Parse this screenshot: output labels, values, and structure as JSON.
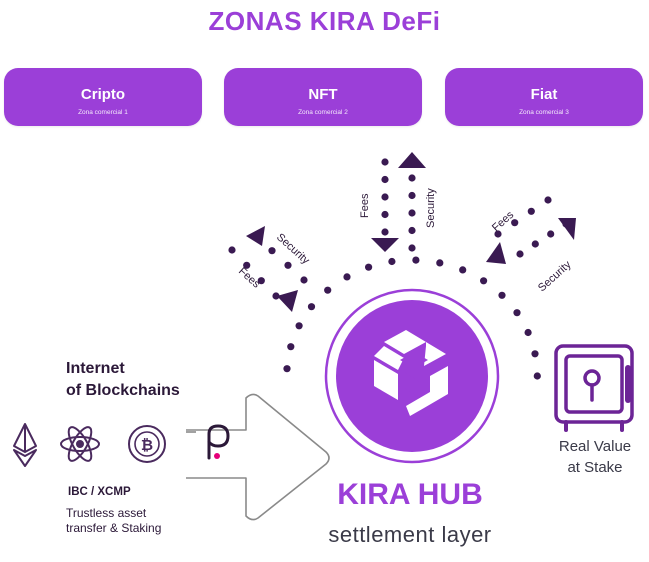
{
  "colors": {
    "brand": "#9b3fd8",
    "brand_dark": "#6c2496",
    "dots": "#3a1a52",
    "text": "#2b1838"
  },
  "title": "ZONAS KIRA DeFi",
  "zones": [
    {
      "name": "Cripto",
      "subtitle": "Zona comercial 1"
    },
    {
      "name": "NFT",
      "subtitle": "Zona comercial 2"
    },
    {
      "name": "Fiat",
      "subtitle": "Zona comercial 3"
    }
  ],
  "flows": {
    "left": {
      "fees": "Fees",
      "security": "Security"
    },
    "center": {
      "fees": "Fees",
      "security": "Security"
    },
    "right": {
      "fees": "Fees",
      "security": "Security"
    }
  },
  "internet_label": "Internet of Blockchains",
  "internet_lines": [
    "Internet",
    "of Blockchains"
  ],
  "chain_icons": [
    "ethereum-icon",
    "atom-icon",
    "bitcoin-icon",
    "polkadot-icon"
  ],
  "ibc_label": "IBC / XCMP",
  "trustless_lines": [
    "Trustless asset",
    "transfer & Staking"
  ],
  "hub_title": "KIRA HUB",
  "hub_subtitle": "settlement layer",
  "real_value_lines": [
    "Real Value",
    "at Stake"
  ],
  "vault_icon": "safe-icon",
  "hub_icon": "kira-logo-icon"
}
